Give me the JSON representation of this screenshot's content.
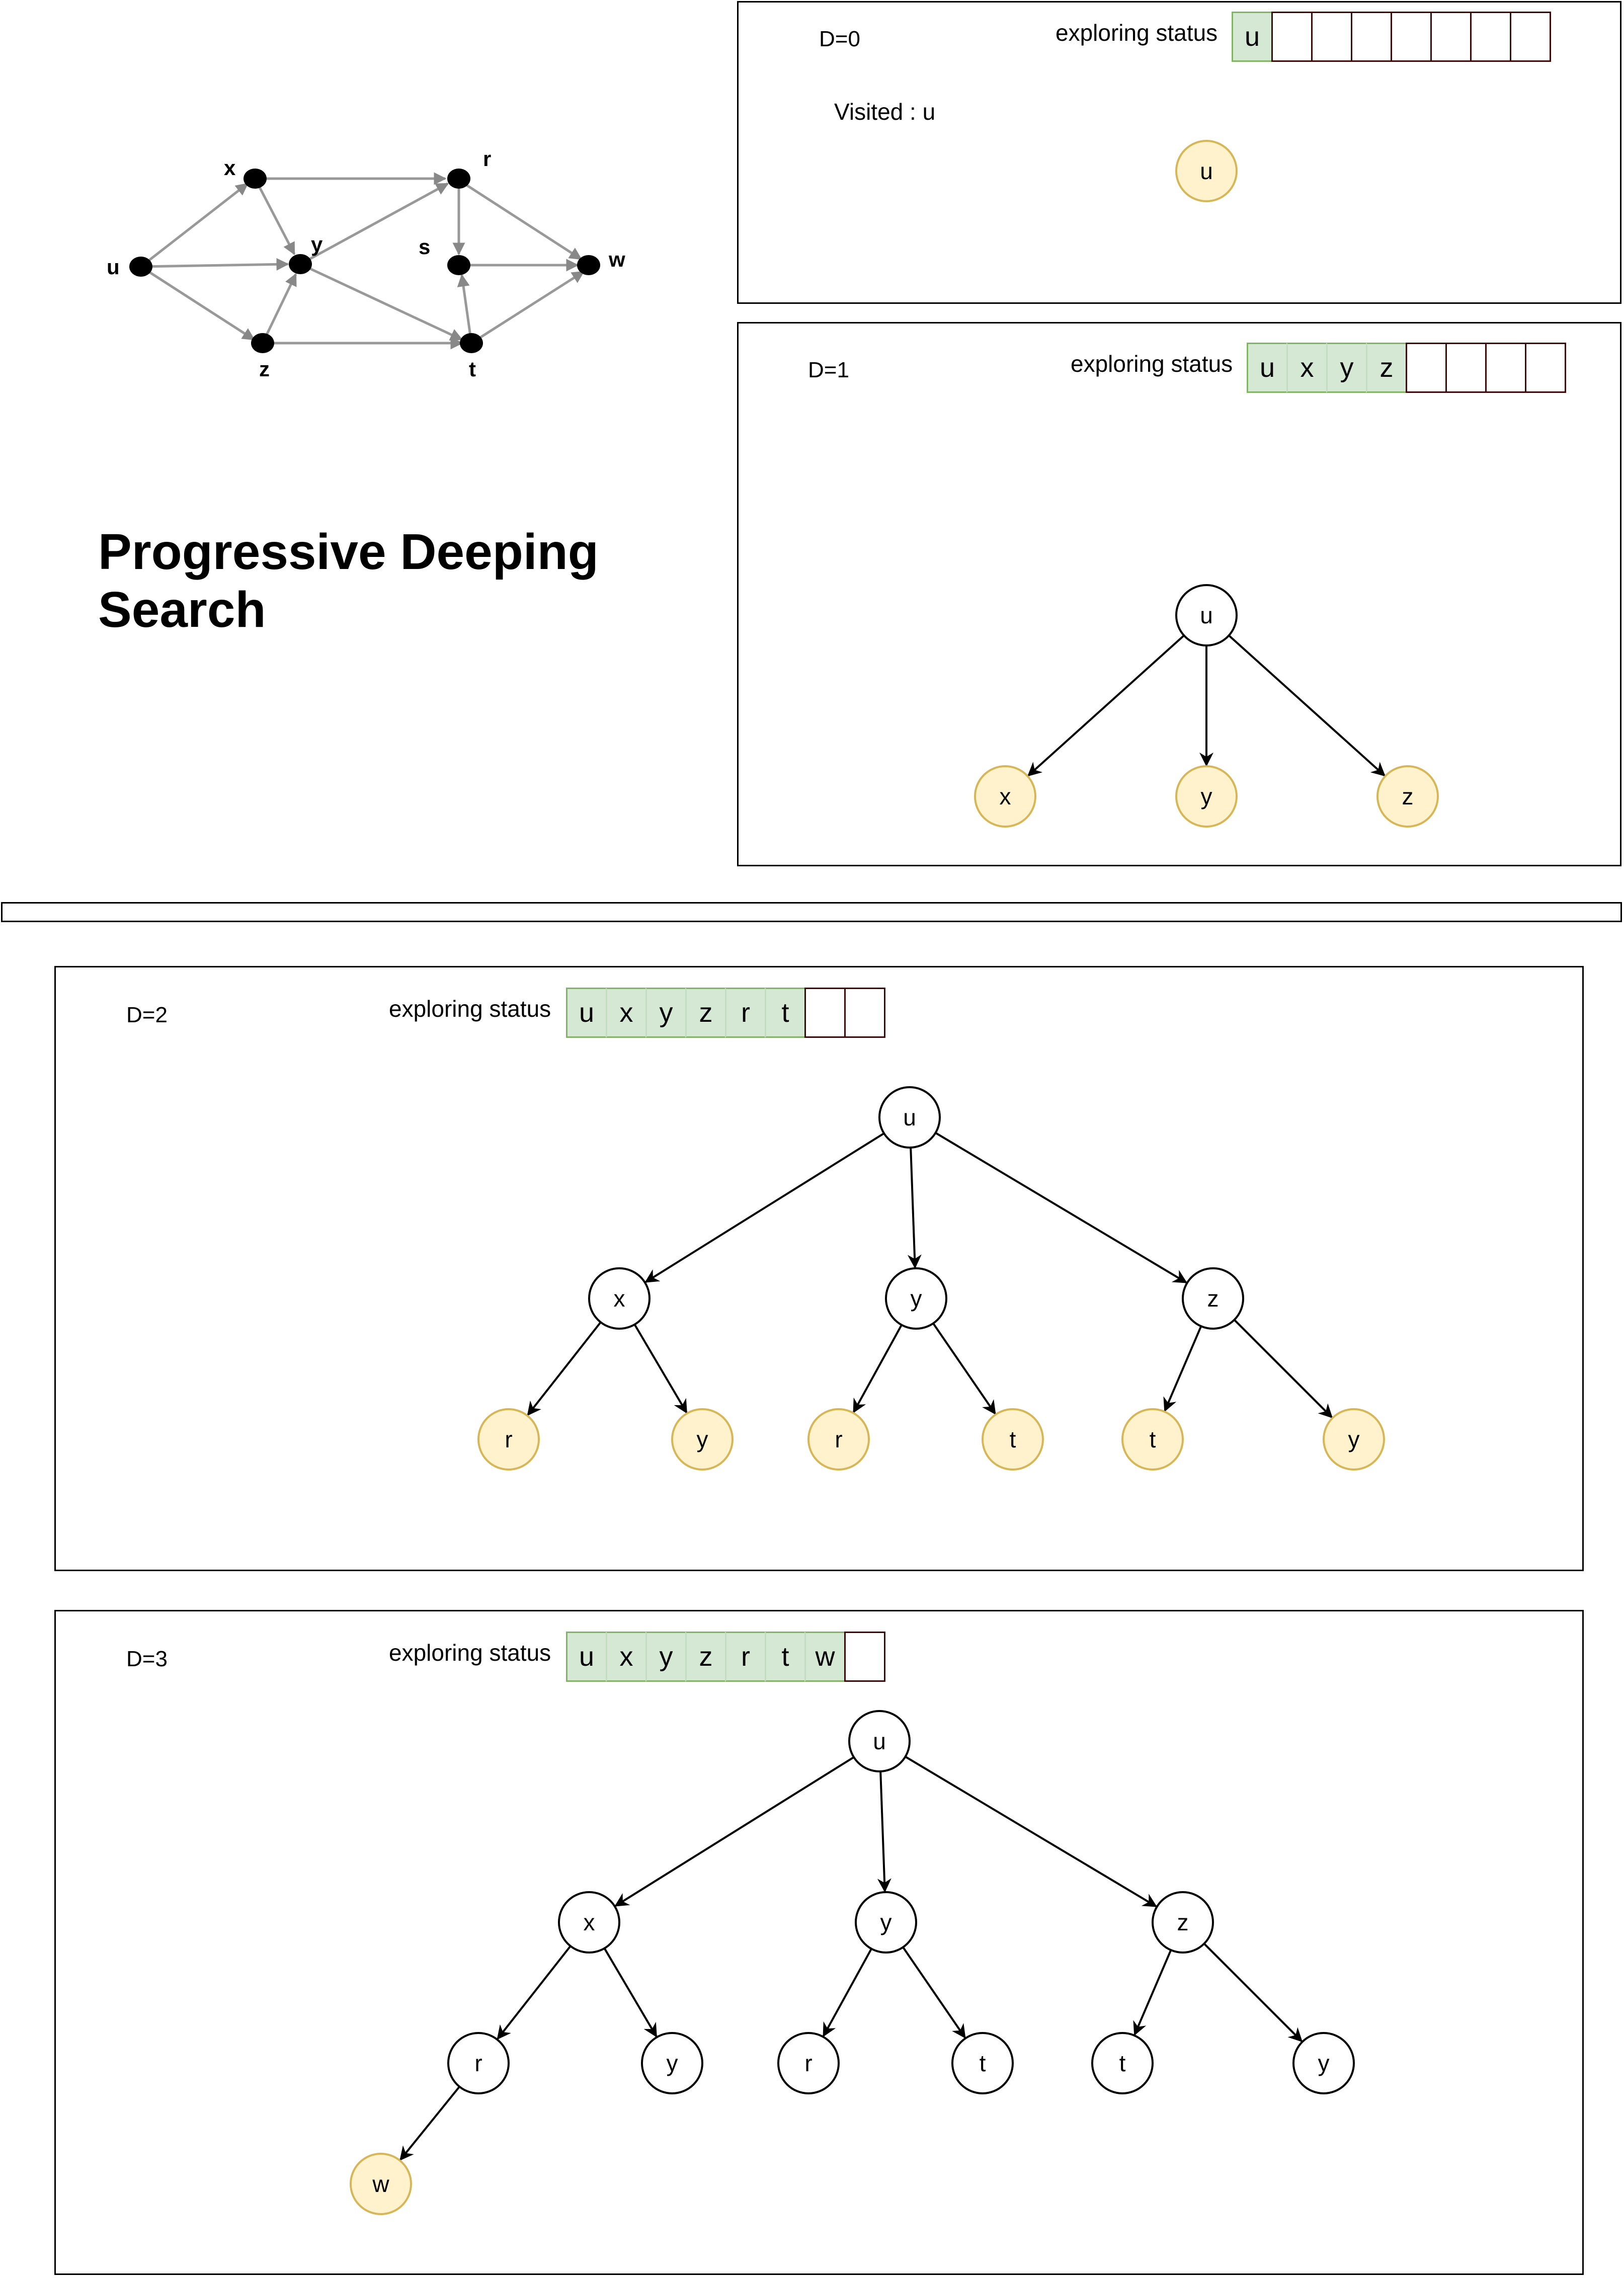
{
  "title_lines": [
    "Progressive Deeping",
    "Search"
  ],
  "status_label": "exploring status",
  "graph": {
    "nodes": [
      "x",
      "r",
      "u",
      "y",
      "s",
      "w",
      "z",
      "t"
    ]
  },
  "panels": [
    {
      "id": "d0",
      "depth_label": "D=0",
      "visited_label": "Visited : u",
      "status_slots": [
        "u",
        "",
        "",
        "",
        "",
        "",
        "",
        ""
      ],
      "tree": {
        "label": "u",
        "highlight": true,
        "children": []
      }
    },
    {
      "id": "d1",
      "depth_label": "D=1",
      "status_slots": [
        "u",
        "x",
        "y",
        "z",
        "",
        "",
        "",
        ""
      ],
      "tree": {
        "label": "u",
        "highlight": false,
        "children": [
          {
            "label": "x",
            "highlight": true,
            "children": []
          },
          {
            "label": "y",
            "highlight": true,
            "children": []
          },
          {
            "label": "z",
            "highlight": true,
            "children": []
          }
        ]
      }
    },
    {
      "id": "d2",
      "depth_label": "D=2",
      "status_slots": [
        "u",
        "x",
        "y",
        "z",
        "r",
        "t",
        "",
        ""
      ],
      "tree": {
        "label": "u",
        "highlight": false,
        "children": [
          {
            "label": "x",
            "highlight": false,
            "children": [
              {
                "label": "r",
                "highlight": true,
                "children": []
              },
              {
                "label": "y",
                "highlight": true,
                "children": []
              }
            ]
          },
          {
            "label": "y",
            "highlight": false,
            "children": [
              {
                "label": "r",
                "highlight": true,
                "children": []
              },
              {
                "label": "t",
                "highlight": true,
                "children": []
              }
            ]
          },
          {
            "label": "z",
            "highlight": false,
            "children": [
              {
                "label": "t",
                "highlight": true,
                "children": []
              },
              {
                "label": "y",
                "highlight": true,
                "children": []
              }
            ]
          }
        ]
      }
    },
    {
      "id": "d3",
      "depth_label": "D=3",
      "status_slots": [
        "u",
        "x",
        "y",
        "z",
        "r",
        "t",
        "w",
        ""
      ],
      "tree": {
        "label": "u",
        "highlight": false,
        "children": [
          {
            "label": "x",
            "highlight": false,
            "children": [
              {
                "label": "r",
                "highlight": false,
                "children": [
                  {
                    "label": "w",
                    "highlight": true,
                    "children": []
                  }
                ]
              },
              {
                "label": "y",
                "highlight": false,
                "children": []
              }
            ]
          },
          {
            "label": "y",
            "highlight": false,
            "children": [
              {
                "label": "r",
                "highlight": false,
                "children": []
              },
              {
                "label": "t",
                "highlight": false,
                "children": []
              }
            ]
          },
          {
            "label": "z",
            "highlight": false,
            "children": [
              {
                "label": "t",
                "highlight": false,
                "children": []
              },
              {
                "label": "y",
                "highlight": false,
                "children": []
              }
            ]
          }
        ]
      }
    }
  ],
  "colors": {
    "highlight_fill": "#fff2cc",
    "highlight_stroke": "#d6b656",
    "filled_cell": "#d5e8d4",
    "filled_cell_border": "#82b366",
    "empty_cell_border": "#3b0a0a",
    "graph_edge": "#999999"
  }
}
